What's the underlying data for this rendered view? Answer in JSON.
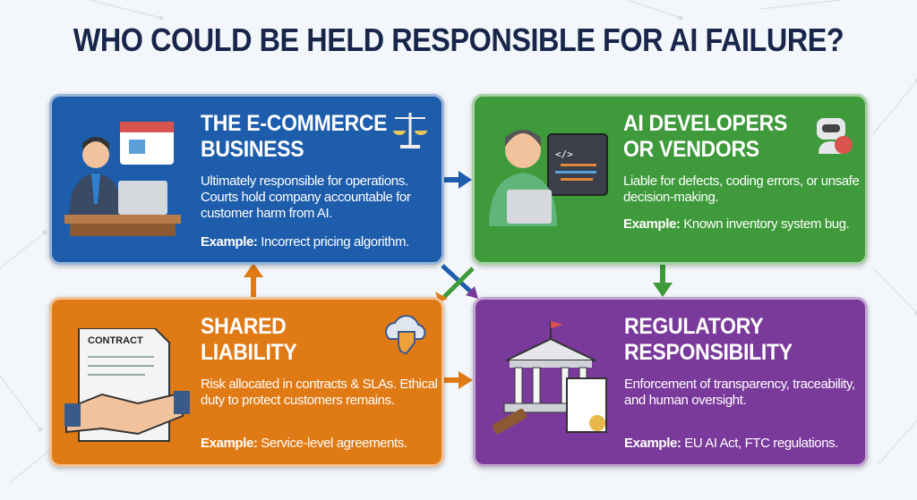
{
  "title": "WHO COULD BE HELD RESPONSIBLE FOR AI FAILURE?",
  "cards": [
    {
      "title1": "THE E-COMMERCE",
      "title2": "BUSINESS",
      "body": "Ultimately responsible for operations. Courts hold company accountable for customer harm from AI.",
      "example_label": "Example:",
      "example": "Incorrect pricing algorithm.",
      "color": "#1d5dac",
      "icon": "scales-icon"
    },
    {
      "title1": "AI DEVELOPERS",
      "title2": "OR VENDORS",
      "body": "Liable for defects, coding errors, or unsafe decision-making.",
      "example_label": "Example:",
      "example": "Known inventory system bug.",
      "color": "#3e9a3a",
      "icon": "robot-bug-icon"
    },
    {
      "title1": "SHARED",
      "title2": "LIABILITY",
      "body": "Risk allocated in contracts & SLAs. Ethical duty to protect customers remains.",
      "example_label": "Example:",
      "example": "Service-level agreements.",
      "color": "#e07a15",
      "icon": "cloud-shield-icon",
      "contract_label": "CONTRACT"
    },
    {
      "title1": "REGULATORY",
      "title2": "RESPONSIBILITY",
      "body": "Enforcement of transparency, traceability, and human oversight.",
      "example_label": "Example:",
      "example": "EU AI Act, FTC regulations.",
      "color": "#7a3a9b",
      "icon": "courthouse-icon"
    }
  ]
}
